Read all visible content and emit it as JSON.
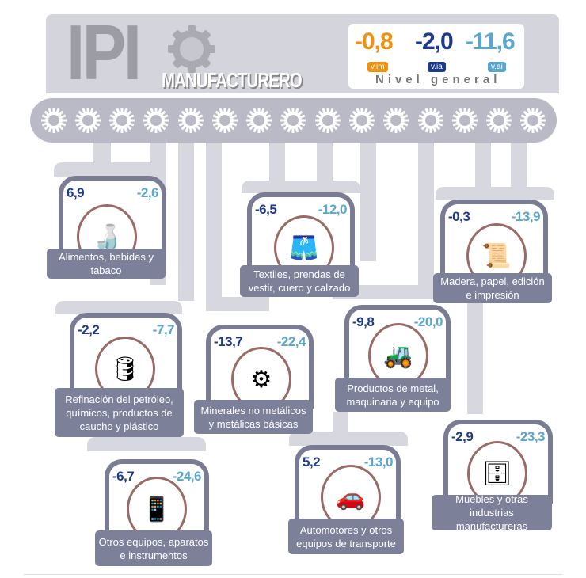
{
  "header": {
    "title": "IPI",
    "subtitle": "MANUFACTURERO",
    "level_label": "Nivel general",
    "kpis": [
      {
        "value": "-0,8",
        "tag": "v.im",
        "color": "#f0920f"
      },
      {
        "value": "-2,0",
        "tag": "v.ia",
        "color": "#1e3a8a"
      },
      {
        "value": "-11,6",
        "tag": "v.ai",
        "color": "#5aa6cc"
      }
    ]
  },
  "sectors": [
    {
      "label": "Alimentos, bebidas y tabaco",
      "via": "6,9",
      "vai": "-2,6",
      "icon": "🍶"
    },
    {
      "label": "Textiles, prendas de vestir, cuero y calzado",
      "via": "-6,5",
      "vai": "-12,0",
      "icon": "🩳"
    },
    {
      "label": "Madera, papel, edición e impresión",
      "via": "-0,3",
      "vai": "-13,9",
      "icon": "📜"
    },
    {
      "label": "Refinación del petróleo, químicos, productos de caucho y plástico",
      "via": "-2,2",
      "vai": "-7,7",
      "icon": "🛢"
    },
    {
      "label": "Minerales no metálicos y metálicas básicas",
      "via": "-13,7",
      "vai": "-22,4",
      "icon": "⚙"
    },
    {
      "label": "Productos de metal, maquinaria y equipo",
      "via": "-9,8",
      "vai": "-20,0",
      "icon": "🚜"
    },
    {
      "label": "Otros equipos, aparatos e instrumentos",
      "via": "-6,7",
      "vai": "-24,6",
      "icon": "📱"
    },
    {
      "label": "Automotores y otros equipos de transporte",
      "via": "5,2",
      "vai": "-13,0",
      "icon": "🚗"
    },
    {
      "label": "Muebles y otras industrias manufactureras",
      "via": "-2,9",
      "vai": "-23,3",
      "icon": "🗄"
    }
  ]
}
